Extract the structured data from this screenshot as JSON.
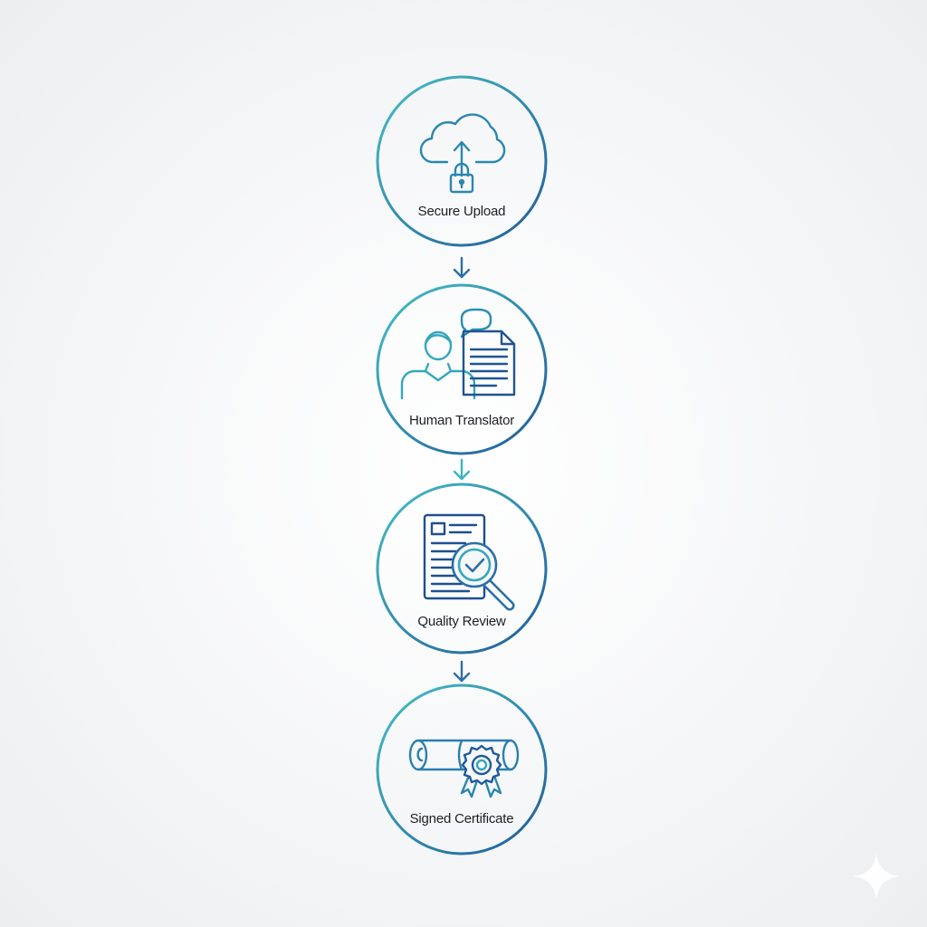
{
  "steps": [
    {
      "label": "Secure Upload",
      "icon": "cloud-upload-lock-icon"
    },
    {
      "label": "Human Translator",
      "icon": "translator-speech-document-icon"
    },
    {
      "label": "Quality Review",
      "icon": "document-magnifier-check-icon"
    },
    {
      "label": "Signed Certificate",
      "icon": "certificate-scroll-ribbon-icon"
    }
  ],
  "colors": {
    "teal": "#3ab5c0",
    "blue": "#1f5f9e",
    "icon_teal": "#2a8fb4",
    "icon_blue": "#1e4f8c"
  }
}
